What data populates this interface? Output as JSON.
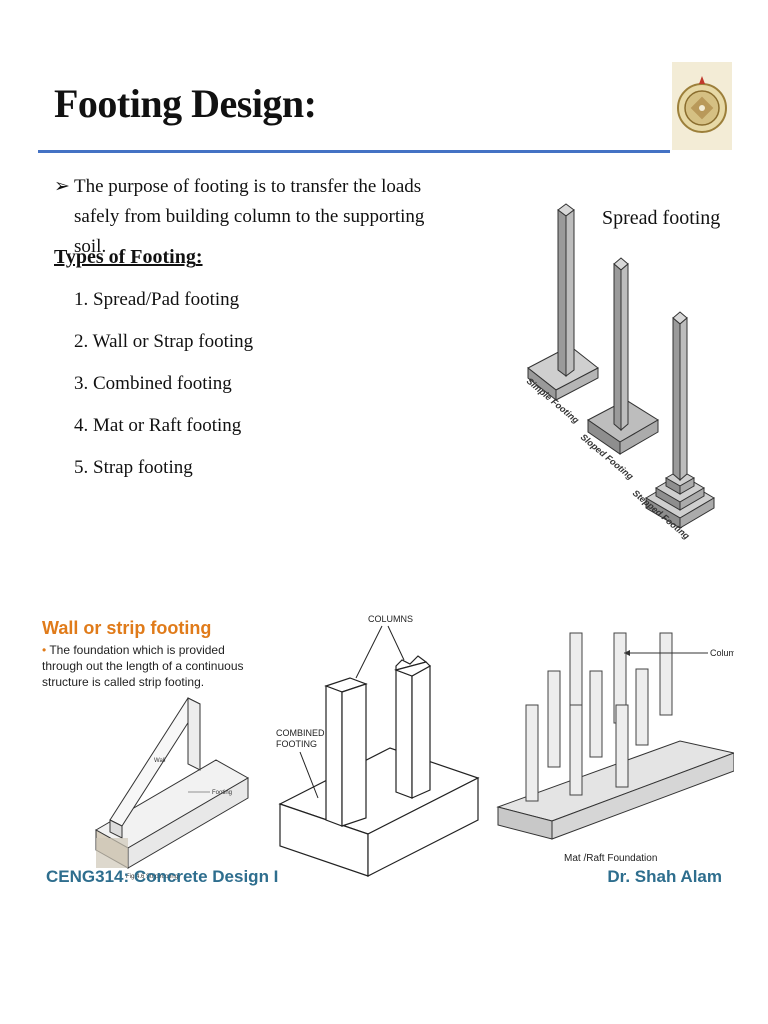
{
  "slide": {
    "title": "Footing Design:",
    "bullet": "The purpose of footing is to transfer the loads safely from building column to the supporting soil.",
    "types_title": "Types of Footing",
    "types_colon": ":",
    "types": [
      "1. Spread/Pad footing",
      "2. Wall or Strap footing",
      "3. Combined footing",
      "4. Mat or Raft footing",
      "5. Strap footing"
    ]
  },
  "spread_figure": {
    "label": "Spread footing",
    "simple": "Simple Footing",
    "sloped": "Sloped Footing",
    "stepped": "Stepped Footing"
  },
  "strip_figure": {
    "title": "Wall or strip footing",
    "description": "The foundation which is provided through out the length of a continuous structure is called strip footing.",
    "wall_label": "Wall",
    "footing_label": "Footing",
    "caption": "Fig.4.6 Strip footing"
  },
  "combined_figure": {
    "columns_label": "COLUMNS",
    "combined_label_line1": "COMBINED",
    "combined_label_line2": "FOOTING"
  },
  "mat_figure": {
    "columns_label": "Columns",
    "caption": "Mat /Raft Foundation"
  },
  "footer": {
    "course": "CENG314: Concrete Design I",
    "author": "Dr. Shah Alam"
  },
  "colors": {
    "accent_rule": "#4472c4",
    "footer_text": "#2e6e8e",
    "strip_title": "#e07b1a"
  }
}
